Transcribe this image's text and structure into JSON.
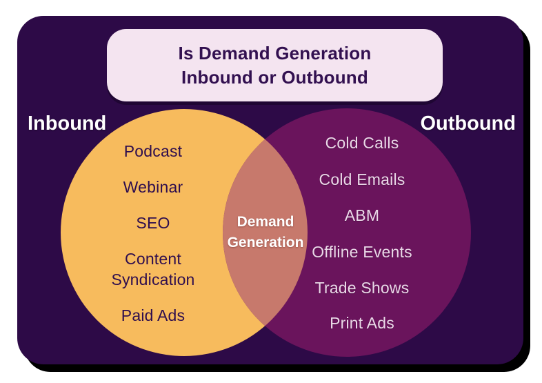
{
  "title": {
    "line1": "Is Demand Generation",
    "line2": "Inbound or Outbound",
    "box_color": "#f4e4f0",
    "text_color": "#321050"
  },
  "card": {
    "background": "#2d0a47",
    "shadow_color": "#000000"
  },
  "venn": {
    "left": {
      "label": "Inbound",
      "label_color": "#ffffff",
      "color": "#f7bb5d",
      "text_color": "#2e0d4e",
      "items": [
        "Podcast",
        "Webinar",
        "SEO",
        "Content Syndication",
        "Paid Ads"
      ]
    },
    "right": {
      "label": "Outbound",
      "label_color": "#ffffff",
      "color": "#6a145c",
      "text_color": "#ead9e8",
      "items": [
        "Cold Calls",
        "Cold Emails",
        "ABM",
        "Offline Events",
        "Trade Shows",
        "Print Ads"
      ]
    },
    "overlap": {
      "label": "Demand Generation",
      "color": "#c7796c",
      "text_color": "#ffffff"
    }
  }
}
